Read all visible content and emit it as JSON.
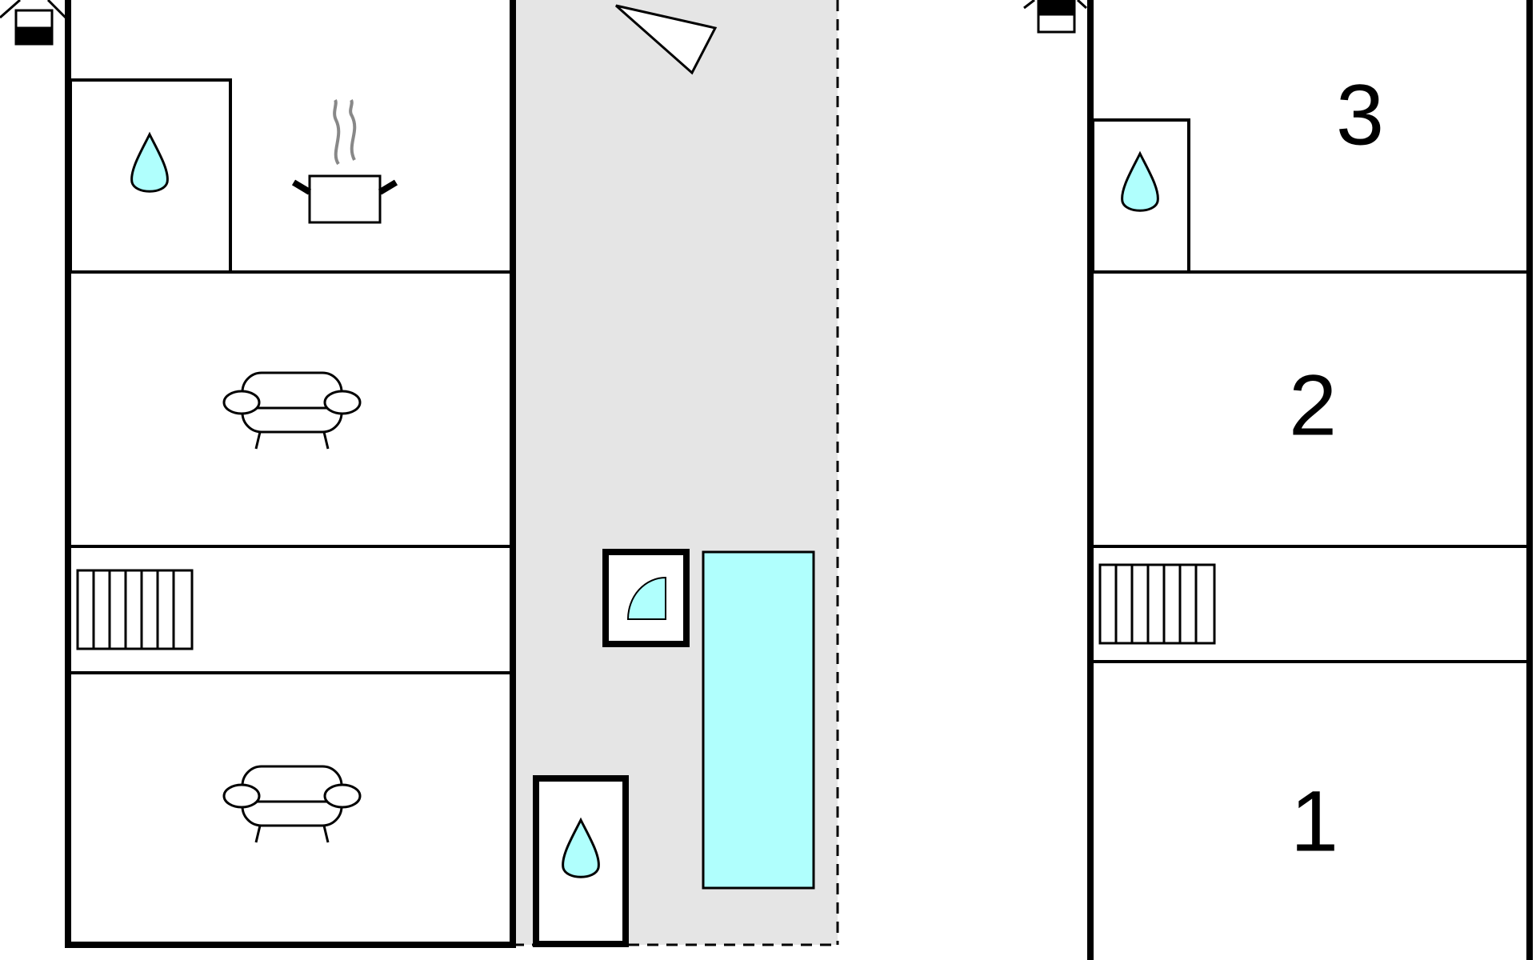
{
  "floor_plan": {
    "colors": {
      "wall": "#000000",
      "background": "#ffffff",
      "terrace": "#e5e5e5",
      "water": "#b0fffd"
    },
    "ground_floor": {
      "rooms": [
        {
          "name": "bathroom",
          "icon": "water-drop-icon"
        },
        {
          "name": "kitchen",
          "icon": "cooking-pot-icon"
        },
        {
          "name": "living-room",
          "icon": "sofa-icon"
        },
        {
          "name": "staircase",
          "icon": "stairs-icon"
        },
        {
          "name": "living-room-2",
          "icon": "sofa-icon"
        }
      ]
    },
    "outdoor": {
      "area": "terrace",
      "features": [
        {
          "name": "pool",
          "icon": "pool-icon"
        },
        {
          "name": "shower",
          "icon": "shower-icon"
        },
        {
          "name": "outdoor-bathroom",
          "icon": "water-drop-icon"
        },
        {
          "name": "north-arrow",
          "icon": "north-arrow-icon"
        }
      ]
    },
    "upper_floor": {
      "rooms": [
        {
          "label": "3",
          "name": "bedroom-3"
        },
        {
          "label": "2",
          "name": "bedroom-2"
        },
        {
          "label": "1",
          "name": "bedroom-1"
        }
      ],
      "other": [
        {
          "name": "bathroom",
          "icon": "water-drop-icon"
        },
        {
          "name": "staircase",
          "icon": "stairs-icon"
        }
      ]
    },
    "legend_icons": [
      "home-icon",
      "home-icon"
    ]
  }
}
